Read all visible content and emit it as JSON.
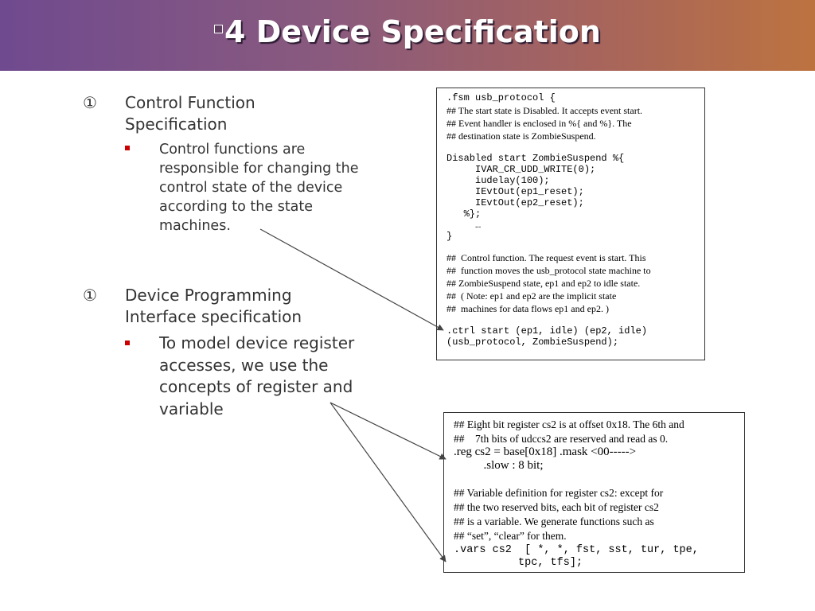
{
  "slide": {
    "title": "4 Device Specification",
    "title_icon": "box-icon",
    "bullets": [
      {
        "marker": "①",
        "heading_lines": [
          "Control Function",
          "Specification"
        ],
        "sub_lines": [
          "Control functions are",
          "responsible for changing the",
          "control state of the device",
          "according to the state",
          "machines."
        ]
      },
      {
        "marker": "①",
        "heading_lines": [
          "Device Programming",
          "Interface specification"
        ],
        "sub_lines": [
          "To model device register",
          "accesses, we use the",
          "concepts of register and",
          "variable"
        ]
      }
    ]
  },
  "code1": {
    "lines": [
      ".fsm usb_protocol {",
      "## The start state is Disabled. It accepts event start.",
      "## Event handler is enclosed in %{ and %}. The",
      "## destination state is ZombieSuspend.",
      "Disabled start ZombieSuspend %{",
      "     IVAR_CR_UDD_WRITE(0);",
      "     iudelay(100);",
      "     IEvtOut(ep1_reset);",
      "     IEvtOut(ep2_reset);",
      "   %};",
      "     …",
      "}",
      "##  Control function. The request event is start. This",
      "##  function moves the usb_protocol state machine to",
      "## ZombieSuspend state, ep1 and ep2 to idle state.",
      "##  ( Note: ep1 and ep2 are the implicit state",
      "##  machines for data flows ep1 and ep2. )",
      ".ctrl start (ep1, idle) (ep2, idle)",
      "(usb_protocol, ZombieSuspend);"
    ]
  },
  "code2": {
    "lines": [
      "## Eight bit register cs2 is at offset 0x18. The 6th and",
      "##    7th bits of udccs2 are reserved and read as 0.",
      ".reg cs2 = base[0x18] .mask <00----->",
      "          .slow : 8 bit;",
      "## Variable definition for register cs2: except for",
      "## the two reserved bits, each bit of register cs2",
      "## is a variable. We generate functions such as",
      "## “set”, “clear” for them.",
      ".vars cs2  [ *, *, fst, sst, tur, tpe,",
      "          tpc, tfs];"
    ]
  }
}
